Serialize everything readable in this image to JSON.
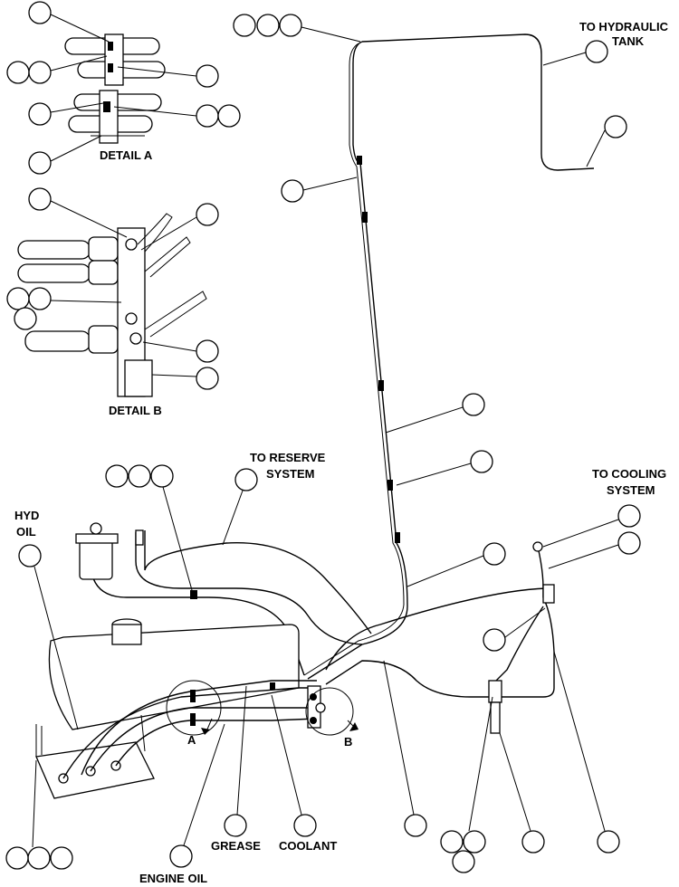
{
  "labels": {
    "to_hydraulic_tank_1": "TO HYDRAULIC",
    "to_hydraulic_tank_2": "TANK",
    "detail_a": "DETAIL A",
    "detail_b": "DETAIL B",
    "to_reserve_1": "TO RESERVE",
    "to_reserve_2": "SYSTEM",
    "to_cooling_1": "TO COOLING",
    "to_cooling_2": "SYSTEM",
    "hyd_oil_1": "HYD",
    "hyd_oil_2": "OIL",
    "grease": "GREASE",
    "coolant": "COOLANT",
    "engine_oil": "ENGINE OIL",
    "view_a": "A",
    "view_b": "B"
  }
}
